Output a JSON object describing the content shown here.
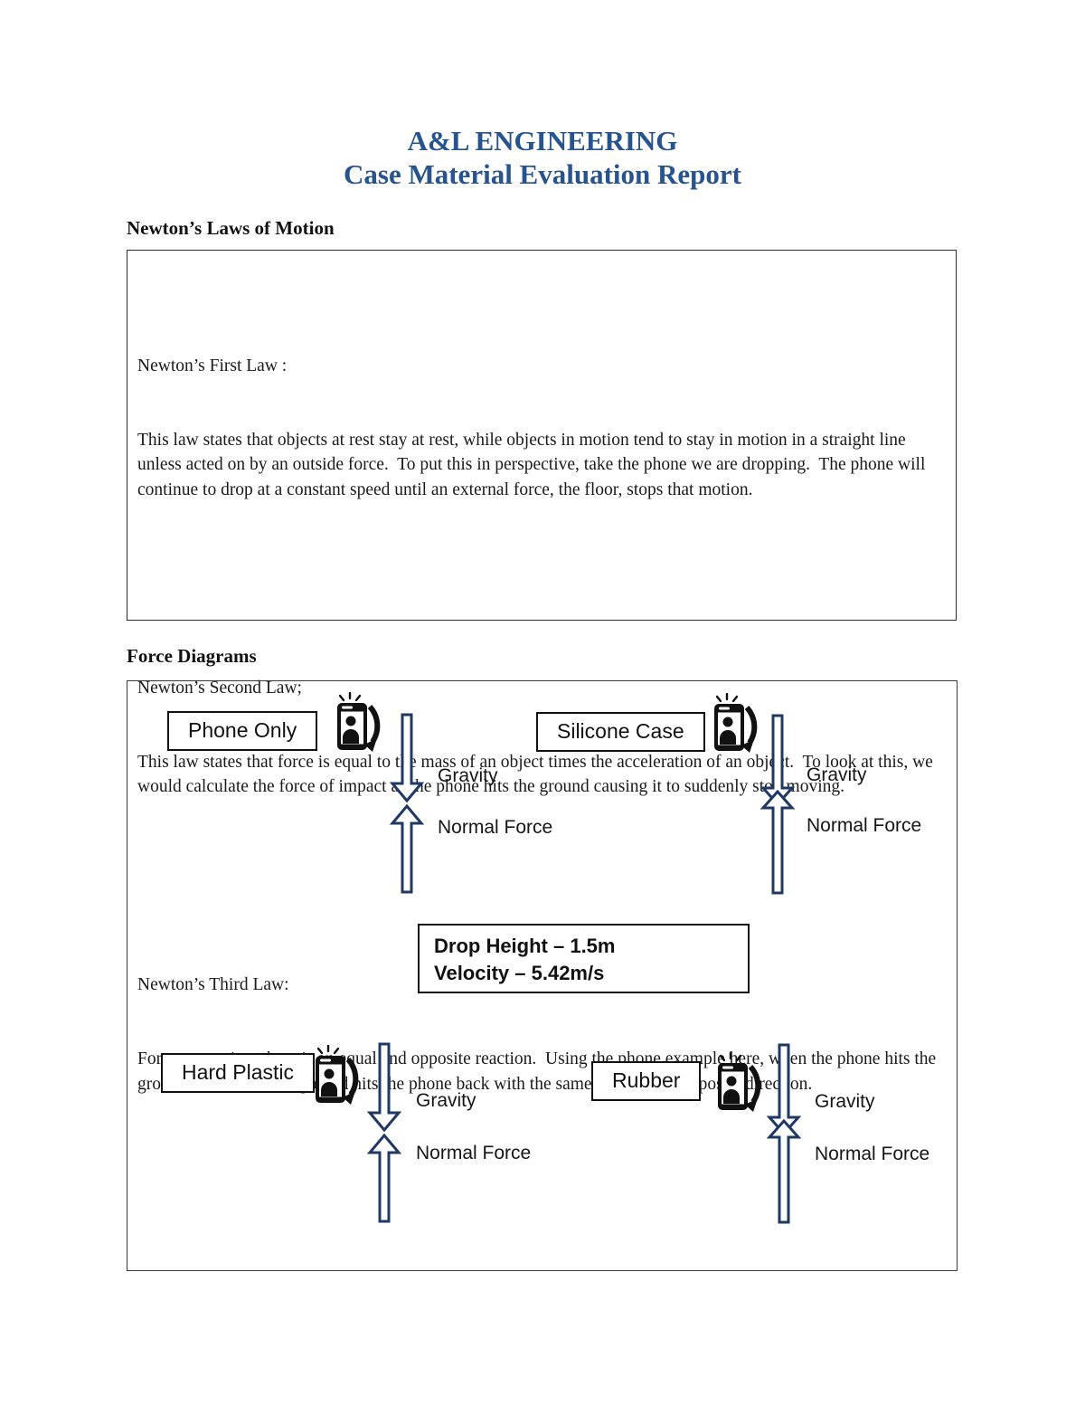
{
  "title": {
    "line1": "A&L ENGINEERING",
    "line2": "Case Material Evaluation Report"
  },
  "sections": {
    "laws_heading": "Newton’s Laws of Motion",
    "force_heading": "Force Diagrams"
  },
  "laws": [
    {
      "heading": "Newton’s First Law :",
      "body": "This law states that objects at rest stay at rest, while objects in motion tend to stay in motion in a straight line unless acted on by an outside force.  To put this in perspective, take the phone we are dropping.  The phone will continue to drop at a constant speed until an external force, the floor, stops that motion."
    },
    {
      "heading": "Newton’s Second Law;",
      "body": "This law states that force is equal to the mass of an object times the acceleration of an object.  To look at this, we would calculate the force of impact as the phone hits the ground causing it to suddenly stop moving."
    },
    {
      "heading": "Newton’s Third Law:",
      "body": "For every action, there is an equal and opposite reaction.  Using the phone example here, when the phone hits the ground with force, the ground hits the phone back with the same force in the opposite direction."
    }
  ],
  "diagrams": [
    {
      "label": "Phone Only",
      "gravity": "Gravity",
      "normal": "Normal Force"
    },
    {
      "label": "Silicone Case",
      "gravity": "Gravity",
      "normal": "Normal Force"
    },
    {
      "label": "Hard Plastic",
      "gravity": "Gravity",
      "normal": "Normal Force"
    },
    {
      "label": "Rubber",
      "gravity": "Gravity",
      "normal": "Normal Force"
    }
  ],
  "info_box": {
    "line1": "Drop Height – 1.5m",
    "line2": "Velocity – 5.42m/s"
  },
  "colors": {
    "title_blue": "#27538f",
    "arrow_navy": "#1f3864",
    "text": "#1a1a1a"
  }
}
